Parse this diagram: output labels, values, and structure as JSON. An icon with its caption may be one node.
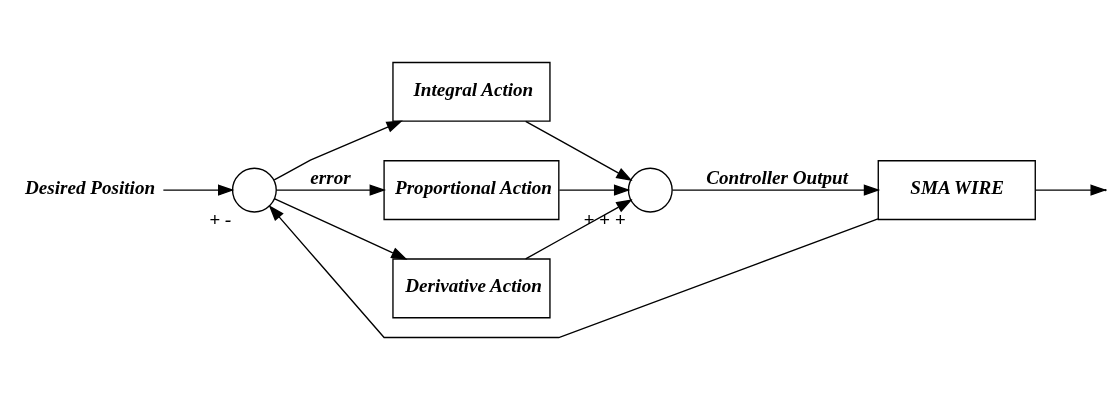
{
  "diagram": {
    "nodes": [
      {
        "text": [
          "Desired Position"
        ]
      },
      {
        "text": [],
        "shape": "circle",
        "beside": [
          "+",
          "-"
        ]
      },
      {
        "text": [
          "Integral Action"
        ]
      },
      {
        "text": [
          "Proportional Action"
        ]
      },
      {
        "text": [
          "Derivative Action"
        ]
      },
      {
        "text": [],
        "shape": "circle",
        "beside": [
          "+",
          "+",
          "+"
        ]
      },
      {
        "text": [
          "SMA WIRE"
        ]
      }
    ],
    "edges": [
      {
        "from": 0,
        "to": 1,
        "arrow": "to"
      },
      {
        "from": 1,
        "to": 2,
        "arrow": "to"
      },
      {
        "from": 1,
        "to": 3,
        "label": "error",
        "arrow": "to"
      },
      {
        "from": 1,
        "to": 4,
        "arrow": "to"
      },
      {
        "from": 2,
        "to": 5,
        "arrow": "to"
      },
      {
        "from": 3,
        "to": 5,
        "arrow": "to"
      },
      {
        "from": 4,
        "to": 5,
        "arrow": "to"
      },
      {
        "from": 5,
        "to": 6,
        "label": "Controller Output",
        "arrow": "to"
      },
      {
        "from": 6,
        "to": null,
        "arrow": "to"
      },
      {
        "from": 6,
        "to": 1,
        "arrow": "to"
      }
    ]
  }
}
